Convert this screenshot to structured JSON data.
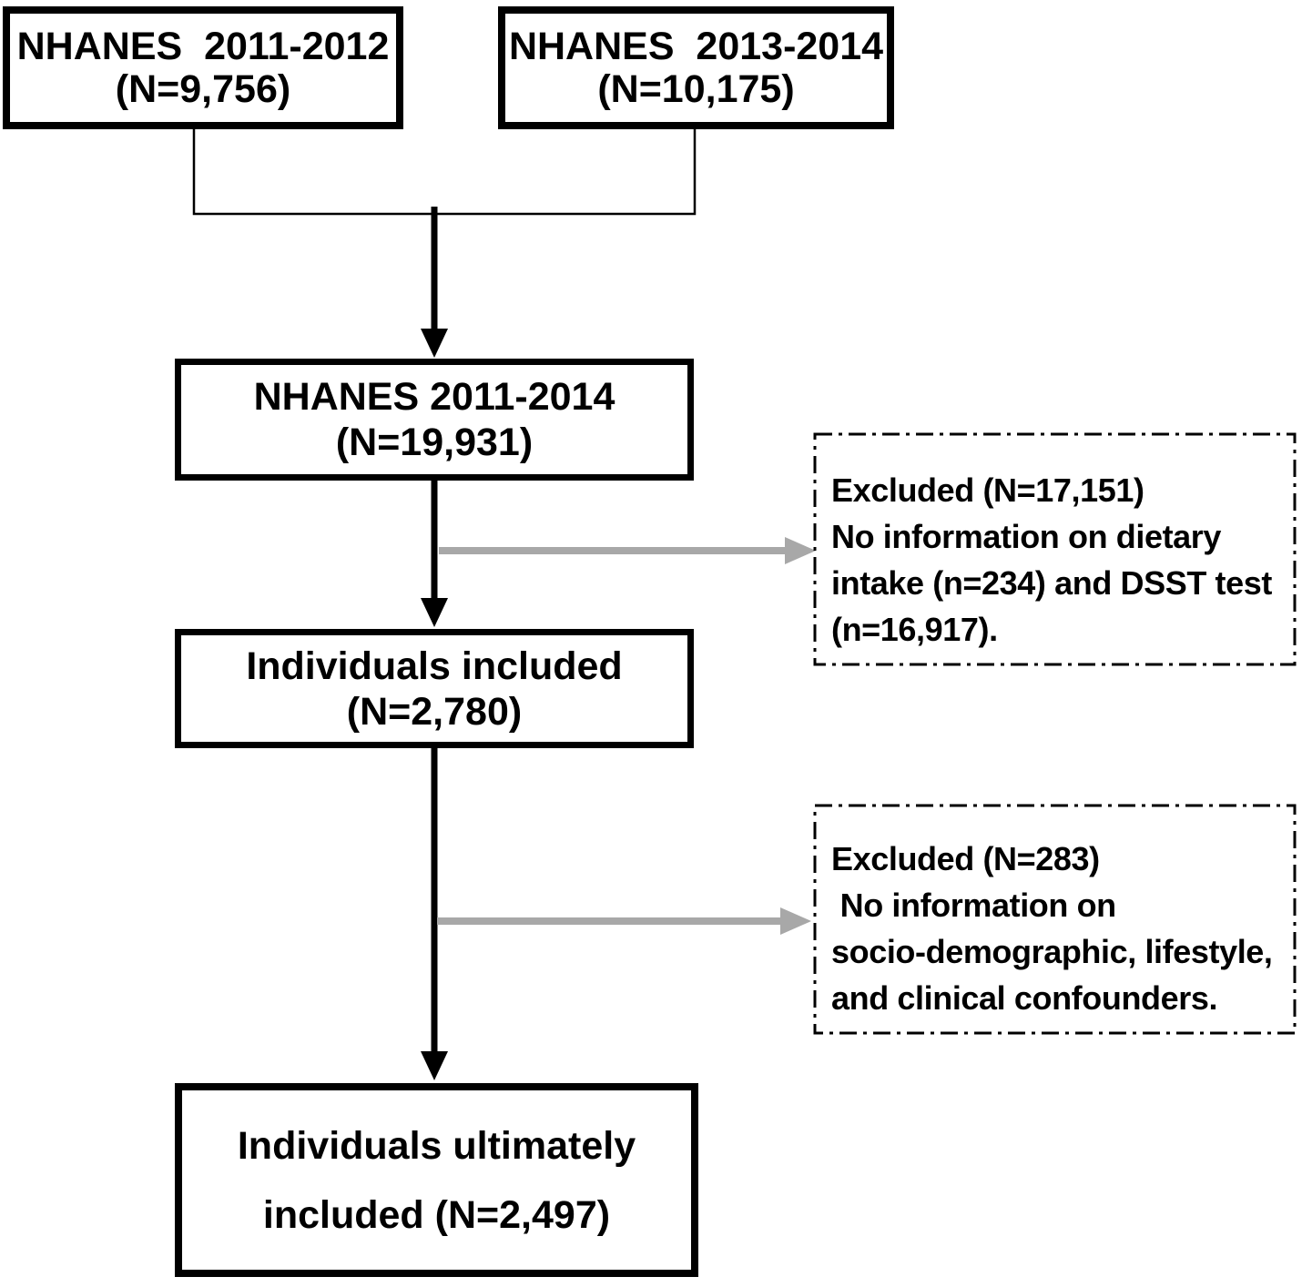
{
  "diagram": {
    "title_implicit": "Participant selection flowchart",
    "colors": {
      "background": "#ffffff",
      "line_color": "#000000",
      "gray_arrow_color": "#a8a8a8",
      "text_color": "#000000"
    },
    "boxes": {
      "nhanes_2011_2012": {
        "line1": "NHANES  2011-2012",
        "line2": "(N=9,756)"
      },
      "nhanes_2013_2014": {
        "line1": "NHANES  2013-2014",
        "line2": "(N=10,175)"
      },
      "nhanes_2011_2014": {
        "line1": "NHANES 2011-2014",
        "line2": "(N=19,931)"
      },
      "individuals_included": {
        "line1": "Individuals included",
        "line2": "(N=2,780)"
      },
      "ultimately_included": {
        "line1": "Individuals ultimately",
        "line2": "included (N=2,497)"
      }
    },
    "exclusions": {
      "first": {
        "lines": [
          "Excluded (N=17,151)",
          "No information on dietary",
          "intake (n=234) and DSST test",
          "(n=16,917)."
        ]
      },
      "second": {
        "lines": [
          "Excluded (N=283)",
          " No information on",
          "socio-demographic, lifestyle,",
          "and clinical confounders."
        ]
      }
    }
  }
}
